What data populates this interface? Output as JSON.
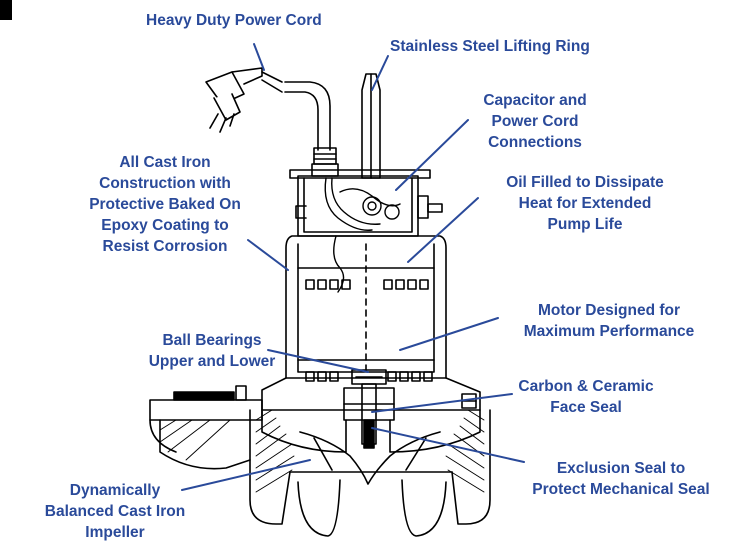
{
  "colors": {
    "label_text": "#2a4a9a",
    "leader_line": "#2a4a9a",
    "drawing_ink": "#000000",
    "background": "#ffffff"
  },
  "callouts": [
    {
      "id": "power-cord",
      "lines": [
        "Heavy Duty Power Cord"
      ]
    },
    {
      "id": "lifting-ring",
      "lines": [
        "Stainless Steel Lifting Ring"
      ]
    },
    {
      "id": "capacitor",
      "lines": [
        "Capacitor and",
        "Power Cord",
        "Connections"
      ]
    },
    {
      "id": "cast-iron",
      "lines": [
        "All Cast Iron",
        "Construction with",
        "Protective Baked On",
        "Epoxy Coating to",
        "Resist Corrosion"
      ]
    },
    {
      "id": "oil-filled",
      "lines": [
        "Oil Filled to Dissipate",
        "Heat for Extended",
        "Pump Life"
      ]
    },
    {
      "id": "motor",
      "lines": [
        "Motor Designed for",
        "Maximum Performance"
      ]
    },
    {
      "id": "ball-bearings",
      "lines": [
        "Ball Bearings",
        "Upper and Lower"
      ]
    },
    {
      "id": "face-seal",
      "lines": [
        "Carbon & Ceramic",
        "Face Seal"
      ]
    },
    {
      "id": "exclusion-seal",
      "lines": [
        "Exclusion Seal to",
        "Protect Mechanical Seal"
      ]
    },
    {
      "id": "impeller",
      "lines": [
        "Dynamically",
        "Balanced Cast Iron",
        "Impeller"
      ]
    }
  ]
}
